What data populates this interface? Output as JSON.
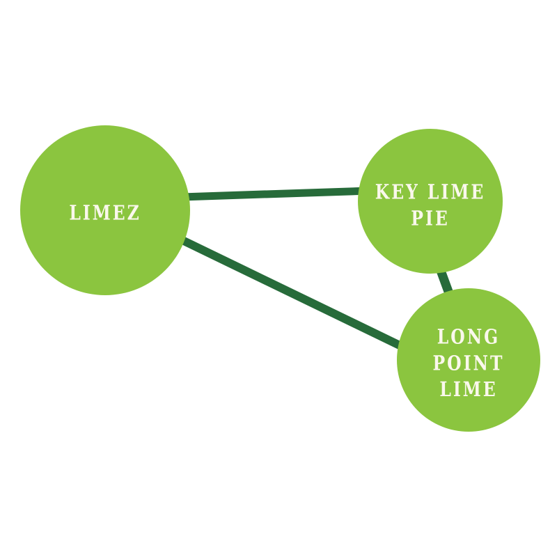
{
  "diagram": {
    "type": "node-graph",
    "background_color": "#FFFFFF",
    "node_fill_color": "#8BC53F",
    "edge_color": "#276B3A",
    "label_color": "#FAF8EC",
    "nodes": [
      {
        "id": "limez",
        "label": "LIMEZ",
        "lines": [
          "LIMEZ"
        ]
      },
      {
        "id": "key-lime-pie",
        "label": "KEY LIME PIE",
        "lines": [
          "KEY LIME",
          "PIE"
        ]
      },
      {
        "id": "long-point-lime",
        "label": "LONG POINT LIME",
        "lines": [
          "LONG",
          "POINT",
          "LIME"
        ]
      }
    ],
    "edges": [
      {
        "from": "LIMEZ",
        "to": "KEY LIME PIE"
      },
      {
        "from": "LIMEZ",
        "to": "LONG POINT LIME"
      },
      {
        "from": "KEY LIME PIE",
        "to": "LONG POINT LIME"
      }
    ]
  }
}
